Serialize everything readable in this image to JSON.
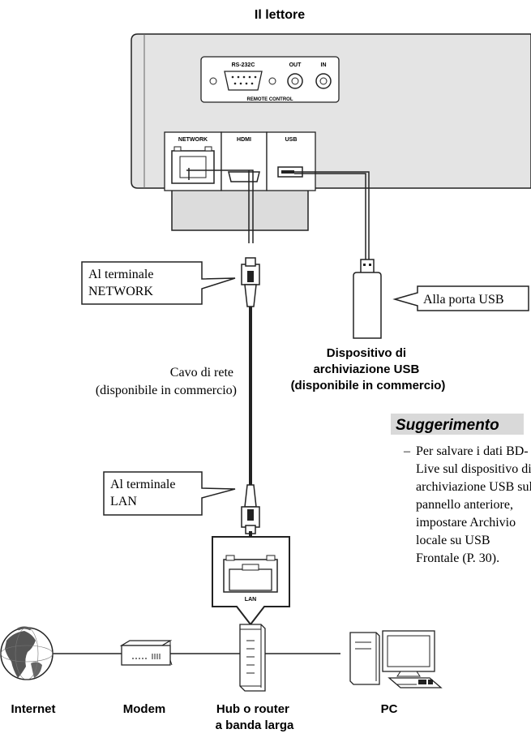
{
  "title": "Il lettore",
  "player_panel": {
    "rs232c": "RS-232C",
    "out": "OUT",
    "in": "IN",
    "remote_control": "REMOTE CONTROL",
    "network": "NETWORK",
    "hdmi": "HDMI",
    "usb": "USB"
  },
  "callouts": {
    "network": [
      "Al terminale",
      "NETWORK"
    ],
    "lan": [
      "Al terminale",
      "LAN"
    ],
    "usb": "Alla porta USB"
  },
  "cable_caption": [
    "Cavo di rete",
    "(disponibile in commercio)"
  ],
  "usb_device_caption": [
    "Dispositivo di",
    "archiviazione USB",
    "(disponibile in commercio)"
  ],
  "lan_port_label": "LAN",
  "tip": {
    "heading": "Suggerimento",
    "dash": "–",
    "lines": [
      "Per salvare i dati BD-",
      "Live sul dispositivo di",
      "archiviazione USB sul",
      "pannello anteriore,",
      "impostare Archivio",
      "locale su USB",
      "Frontale (P. 30)."
    ]
  },
  "devices": {
    "internet": "Internet",
    "modem": "Modem",
    "hub": [
      "Hub o router",
      "a banda larga"
    ],
    "pc": "PC"
  }
}
